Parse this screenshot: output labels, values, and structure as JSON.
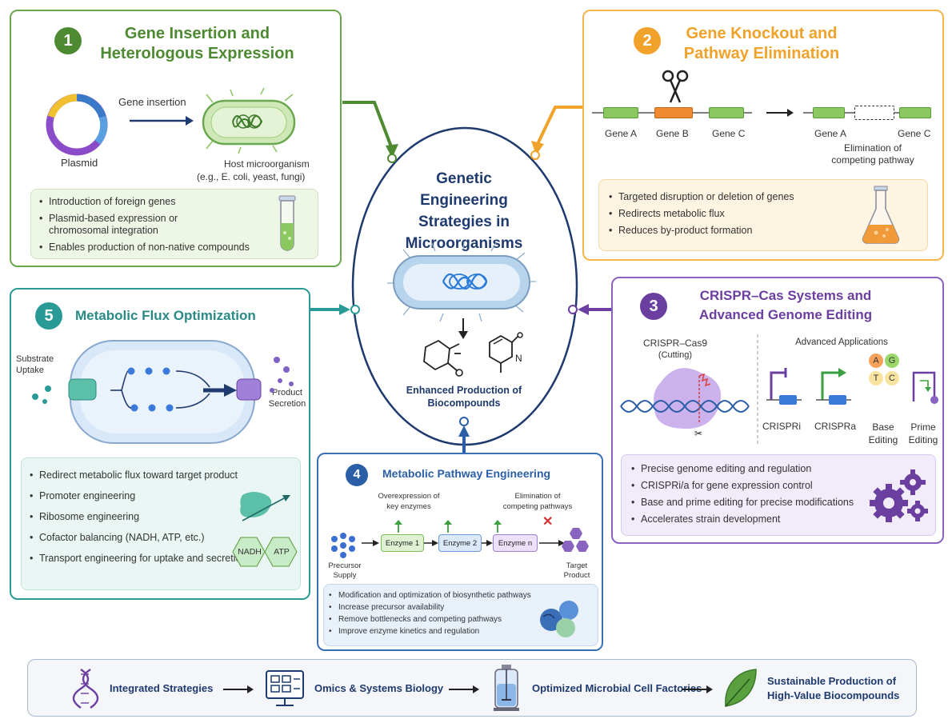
{
  "center": {
    "title": "Genetic Engineering Strategies in Microorganisms",
    "result": "Enhanced Production of Biocompounds"
  },
  "p1": {
    "num": "1",
    "title": "Gene Insertion and Heterologous Expression",
    "plasmid": "Plasmid",
    "arrow_label": "Gene insertion",
    "host": "Host microorganism",
    "host_eg": "(e.g., E. coli, yeast, fungi)",
    "bullets": [
      "Introduction of foreign genes",
      "Plasmid-based expression or chromosomal integration",
      "Enables production of non-native compounds"
    ]
  },
  "p2": {
    "num": "2",
    "title": "Gene Knockout and Pathway Elimination",
    "genes": [
      "Gene A",
      "Gene B",
      "Gene C"
    ],
    "after_genes": [
      "Gene A",
      "Gene C"
    ],
    "elim": "Elimination of competing pathway",
    "bullets": [
      "Targeted disruption or deletion of genes",
      "Redirects metabolic flux",
      "Reduces by-product formation"
    ]
  },
  "p3": {
    "num": "3",
    "title": "CRISPR–Cas Systems and Advanced Genome Editing",
    "cas9": "CRISPR–Cas9",
    "cutting": "(Cutting)",
    "adv": "Advanced Applications",
    "apps": [
      "CRISPRi",
      "CRISPRa",
      "Base Editing",
      "Prime Editing"
    ],
    "bases": [
      "A",
      "G",
      "T",
      "C"
    ],
    "bullets": [
      "Precise genome editing and regulation",
      "CRISPRi/a for gene expression control",
      "Base and prime editing for precise modifications",
      "Accelerates strain development"
    ]
  },
  "p4": {
    "num": "4",
    "title": "Metabolic Pathway Engineering",
    "overexp": "Overexpression of key enzymes",
    "elim": "Elimination of competing pathways",
    "precursor": "Precursor Supply",
    "enzymes": [
      "Enzyme 1",
      "Enzyme 2",
      "Enzyme n"
    ],
    "target": "Target Product",
    "bullets": [
      "Modification and optimization of biosynthetic pathways",
      "Increase precursor availability",
      "Remove bottlenecks and competing pathways",
      "Improve enzyme kinetics and regulation"
    ]
  },
  "p5": {
    "num": "5",
    "title": "Metabolic Flux Optimization",
    "substrate": "Substrate Uptake",
    "product": "Product Secretion",
    "bullets": [
      "Redirect metabolic flux toward target product",
      "Promoter engineering",
      "Ribosome engineering",
      "Cofactor balancing (NADH, ATP, etc.)",
      "Transport engineering for uptake and secretion"
    ],
    "cofactors": [
      "NADH",
      "ATP"
    ]
  },
  "bottom": {
    "steps": [
      "Integrated Strategies",
      "Omics & Systems Biology",
      "Optimized Microbial Cell Factories",
      "Sustainable Production of High-Value Biocompounds"
    ]
  },
  "colors": {
    "green": "#5a9a3a",
    "orange": "#f0a22a",
    "purple": "#6b3fa0",
    "blue": "#2a5fa8",
    "teal": "#2a9a96",
    "navy": "#1e3a6e"
  }
}
